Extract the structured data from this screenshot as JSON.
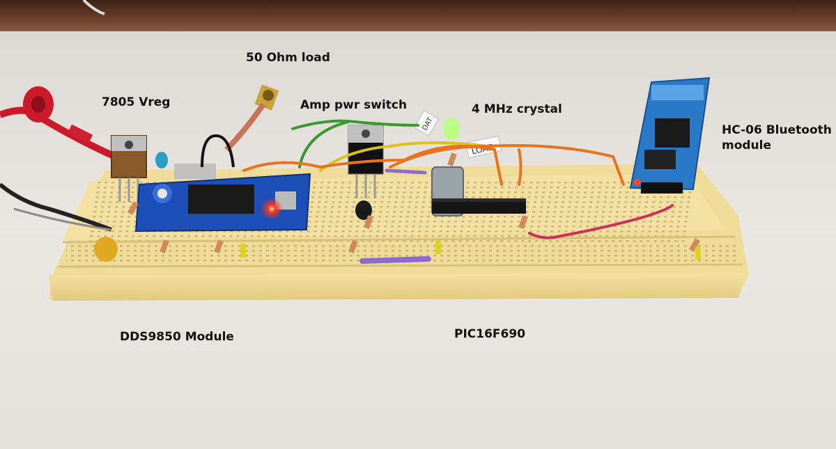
{
  "photo": {
    "labels": {
      "vreg": "7805 Vreg",
      "load": "50 Ohm load",
      "amp_switch": "Amp pwr switch",
      "crystal": "4 MHz crystal",
      "bluetooth": "HC-06 Bluetooth module",
      "dds": "DDS9850 Module",
      "pic": "PIC16F690"
    },
    "silkscreen": {
      "load_tag": "LOAD",
      "dat_tag": "DAT"
    }
  },
  "colors": {
    "table_wood": "#5a3626",
    "table_cloth": "#e9e6e2",
    "breadboard": "#f0dc9a",
    "breadboard_edge": "#e6cf82",
    "pcb_blue": "#1d4fb8",
    "bt_module_blue": "#2a79c9",
    "wire_orange": "#e8731f",
    "wire_green": "#3b9a2f",
    "wire_yellow": "#d9c21e",
    "wire_red": "#c8325a",
    "wire_purple": "#8c6bd1",
    "led_red": "#ff2a1a",
    "led_green": "#b6ff7a",
    "probe_red": "#cc1a2a"
  }
}
